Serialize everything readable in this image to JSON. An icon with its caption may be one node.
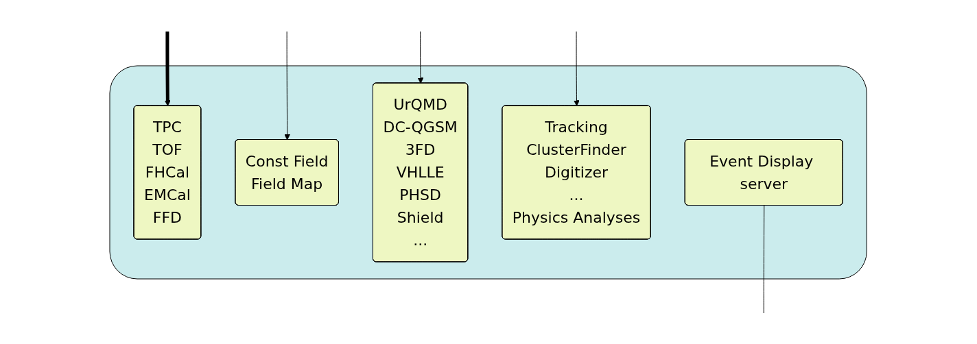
{
  "diagram": {
    "nodes": [
      {
        "text": [],
        "shape": "box"
      },
      {
        "text": [
          "TPC",
          "TOF",
          "FHCal",
          "EMCal",
          "FFD"
        ],
        "in": 0
      },
      {
        "text": [
          "Const Field",
          "Field Map"
        ],
        "in": 0
      },
      {
        "text": [
          "UrQMD",
          "DC-QGSM",
          "3FD",
          "VHLLE",
          "PHSD",
          "Shield",
          "..."
        ],
        "in": 0
      },
      {
        "text": [
          "Tracking",
          "ClusterFinder",
          "Digitizer",
          "...",
          "Physics Analyses"
        ],
        "in": 0
      },
      {
        "text": [
          "Event Display server"
        ],
        "in": 0
      }
    ],
    "edges": [
      {
        "from": null,
        "to": 1,
        "arrow": "to",
        "style": "thick"
      },
      {
        "from": null,
        "to": 2,
        "arrow": "to"
      },
      {
        "from": null,
        "to": 3,
        "arrow": "to"
      },
      {
        "from": null,
        "to": 4,
        "arrow": "to"
      },
      {
        "from": 5,
        "to": null,
        "arrow": "none"
      }
    ]
  }
}
